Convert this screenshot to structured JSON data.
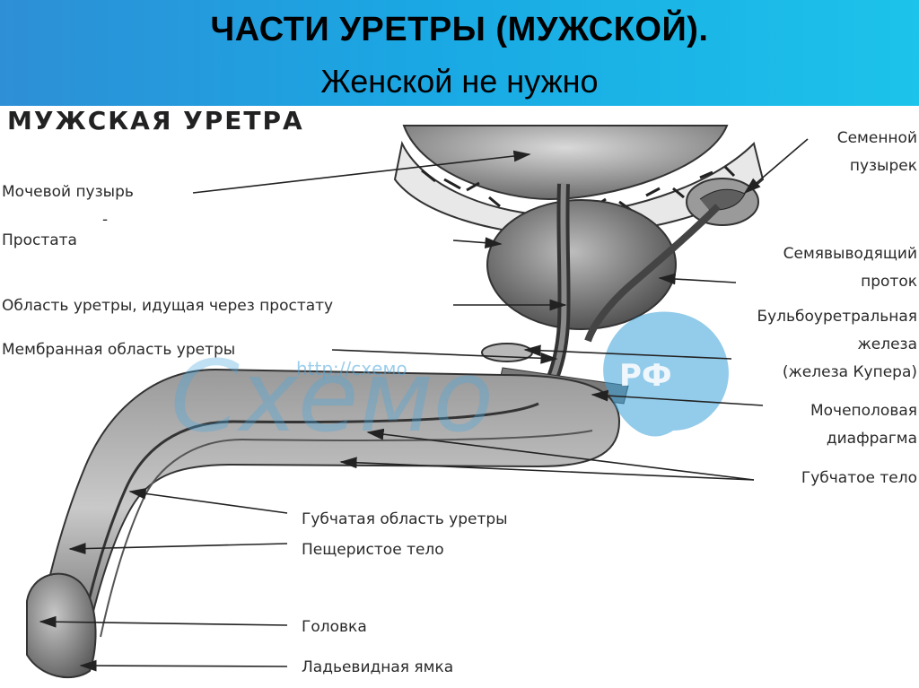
{
  "header": {
    "title": "ЧАСТИ УРЕТРЫ (МУЖСКОЙ).",
    "subtitle": "Женской не нужно",
    "background": "#1aa7e3"
  },
  "diagram": {
    "title": "МУЖСКАЯ УРЕТРА",
    "watermark_text": "Схемо",
    "watermark_url": "http://схемо",
    "watermark_badge": "РФ",
    "left_labels": {
      "bladder": "Мочевой пузырь",
      "dash": "-",
      "prostate": "Простата",
      "prostatic_urethra": "Область уретры, идущая через простату",
      "membranous_urethra": "Мембранная область уретры"
    },
    "right_labels": {
      "seminal_vesicle": [
        "Семенной",
        "пузырек"
      ],
      "vas_deferens": [
        "Семявыводящий",
        "проток"
      ],
      "bulbourethral_gland": [
        "Бульбоуретральная",
        "железа",
        "(железа Купера)"
      ],
      "urogenital_diaphragm": [
        "Мочеполовая",
        "диафрагма"
      ],
      "spongy_body": "Губчатое тело"
    },
    "bottom_labels": {
      "spongy_urethra": "Губчатая область уретры",
      "cavernous_body": "Пещеристое тело",
      "glans": "Головка",
      "navicular_fossa": "Ладьевидная ямка"
    }
  }
}
